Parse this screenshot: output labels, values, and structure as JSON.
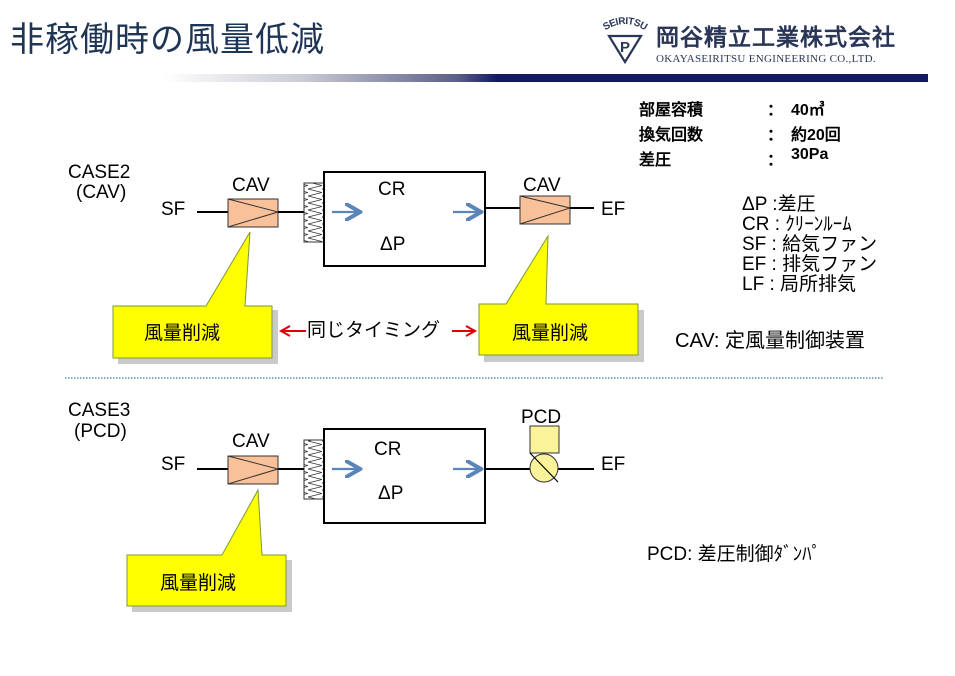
{
  "header": {
    "title": "非稼働時の風量低減",
    "company_name_jp": "岡谷精立工業株式会社",
    "company_name_en": "OKAYASEIRITSU ENGINEERING CO.,LTD.",
    "logo_text_top": "SEIRITSU",
    "logo_text_center": "P",
    "accent_color": "#141a60"
  },
  "specs": [
    {
      "label": "部屋容積",
      "sep": "：",
      "value": "40㎥"
    },
    {
      "label": "換気回数",
      "sep": "：",
      "value": "約20回"
    },
    {
      "label": "差圧",
      "sep": "：",
      "value": "30Pa"
    }
  ],
  "legend": [
    "ΔP :差圧",
    "CR : ｸﾘｰﾝﾙｰﾑ",
    "SF : 給気ファン",
    "EF : 排気ファン",
    "LF : 局所排気"
  ],
  "case2": {
    "title_line1": "CASE2",
    "title_line2": "(CAV)",
    "supply_label": "SF",
    "inlet_device_label": "CAV",
    "room_label": "CR",
    "pressure_label": "ΔP",
    "outlet_device_label": "CAV",
    "exhaust_label": "EF",
    "callout_left": "風量削減",
    "callout_right": "風量削減",
    "timing_label": "同じタイミング",
    "cav_definition": "CAV:  定風量制御装置"
  },
  "case3": {
    "title_line1": "CASE3",
    "title_line2": "(PCD)",
    "supply_label": "SF",
    "inlet_device_label": "CAV",
    "room_label": "CR",
    "pressure_label": "ΔP",
    "outlet_device_label": "PCD",
    "exhaust_label": "EF",
    "callout": "風量削減",
    "pcd_definition": "PCD: 差圧制御ﾀﾞﾝﾊﾟ"
  },
  "colors": {
    "title": "#1f3556",
    "cav_fill": "#f9c19a",
    "callout_fill": "#ffff00",
    "callout_border": "#7a9a3a",
    "flow_arrow": "#5b84b8",
    "timing_arrow": "#e00000",
    "pcd_fill": "#fbf39a",
    "divider": "#8aa7c8"
  }
}
